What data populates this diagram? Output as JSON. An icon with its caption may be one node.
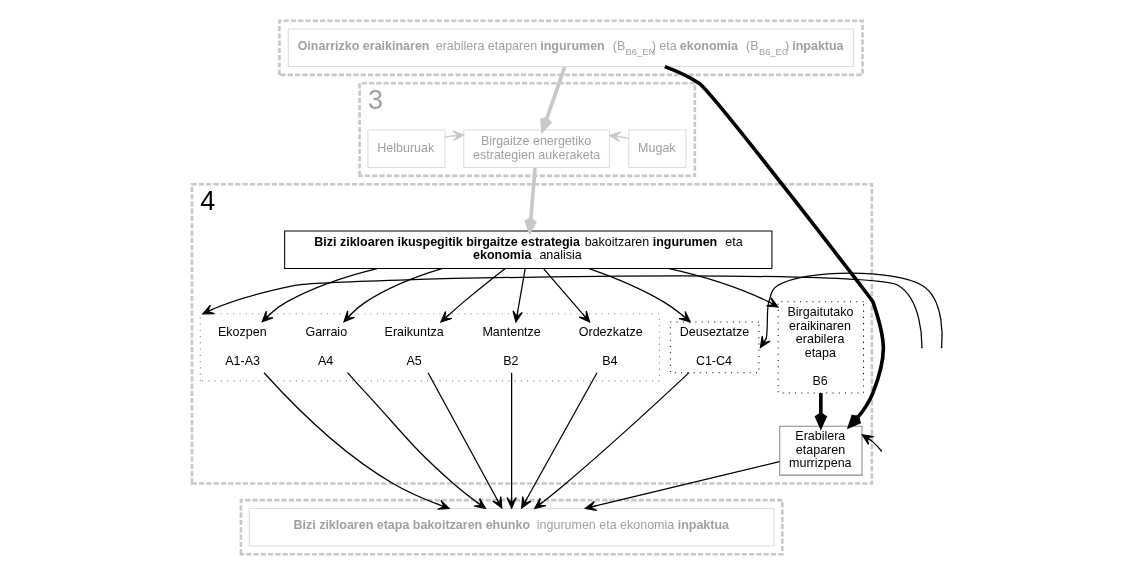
{
  "diagram": {
    "nodes": [
      {
        "text": [],
        "shape": "band"
      },
      {
        "text": [
          "**Oinarrizko eraikinaren** erabilera etaparen **ingurumen** (B$_{B6_EN}$) eta **ekonomia** (B$_{B6_EC}$) **inpaktua**"
        ],
        "in": 0
      },
      {
        "text": [
          "3"
        ]
      },
      {
        "text": [
          "Helburuak"
        ],
        "in": 2
      },
      {
        "text": [
          "Birgaitze energetiko estrategien aukeraketa"
        ],
        "in": 2
      },
      {
        "text": [
          "Mugak"
        ],
        "in": 2
      },
      {
        "text": [
          "4"
        ]
      },
      {
        "text": [
          "**Bizi zikloaren ikuspegitik birgaitze estrategia** bakoitzaren **ingurumen** eta **ekonomia** analisia"
        ],
        "in": 6
      },
      {
        "text": [],
        "shape": "box",
        "in": 6
      },
      {
        "text": [
          "Ekozpen",
          "A1-A3"
        ],
        "in": 8
      },
      {
        "text": [
          "Garraio",
          "A4"
        ],
        "in": 8
      },
      {
        "text": [
          "Eraikuntza",
          "A5"
        ],
        "in": 8
      },
      {
        "text": [
          "Mantentze",
          "B2"
        ],
        "in": 8
      },
      {
        "text": [
          "Ordezkatze",
          "B4"
        ],
        "in": 8
      },
      {
        "text": [
          "Birgaitutako eraikinaren erabilera etapa",
          "B6"
        ],
        "in": 6
      },
      {
        "text": [
          "Deuseztatze",
          "C1-C4"
        ],
        "in": 6
      },
      {
        "text": [
          "Erabilera etaparen murrizpena"
        ],
        "in": 6
      },
      {
        "text": [],
        "shape": "band"
      },
      {
        "text": [
          "**Bizi zikloaren etapa bakoitzaren ehunko** ingurumen eta ekonomia **inpaktua**"
        ],
        "in": 17
      }
    ],
    "edges": [
      {
        "from": 1,
        "to": 4,
        "arrow": "to",
        "style": "thick",
        "color": "#c8c8c8"
      },
      {
        "from": 3,
        "to": 4,
        "arrow": "to",
        "color": "#c8c8c8"
      },
      {
        "from": 5,
        "to": 4,
        "arrow": "to",
        "color": "#c8c8c8"
      },
      {
        "from": 4,
        "to": 7,
        "arrow": "to",
        "style": "thick",
        "color": "#c8c8c8"
      },
      {
        "from": 1,
        "to": 16,
        "arrow": "to",
        "style": "thick"
      },
      {
        "from": 7,
        "to": 9,
        "arrow": "to"
      },
      {
        "from": 7,
        "to": 10,
        "arrow": "to"
      },
      {
        "from": 7,
        "to": 11,
        "arrow": "to"
      },
      {
        "from": 7,
        "to": 12,
        "arrow": "to"
      },
      {
        "from": 7,
        "to": 13,
        "arrow": "to"
      },
      {
        "from": 7,
        "to": 14,
        "arrow": "to"
      },
      {
        "from": 7,
        "to": 15,
        "arrow": "to"
      },
      {
        "from": 14,
        "to": 16,
        "arrow": "to",
        "style": "thick"
      },
      {
        "from": null,
        "to": 8,
        "arrow": "to"
      },
      {
        "from": null,
        "to": 16,
        "arrow": "to"
      },
      {
        "from": null,
        "to": 15,
        "arrow": "to"
      },
      {
        "from": 16,
        "to": 18,
        "arrow": "to"
      },
      {
        "from": 9,
        "to": 18,
        "arrow": "to"
      },
      {
        "from": 10,
        "to": 18,
        "arrow": "to"
      },
      {
        "from": 11,
        "to": 18,
        "arrow": "to"
      },
      {
        "from": 12,
        "to": 18,
        "arrow": "to"
      },
      {
        "from": 13,
        "to": 18,
        "arrow": "to"
      },
      {
        "from": 15,
        "to": 18,
        "arrow": "to"
      }
    ]
  }
}
